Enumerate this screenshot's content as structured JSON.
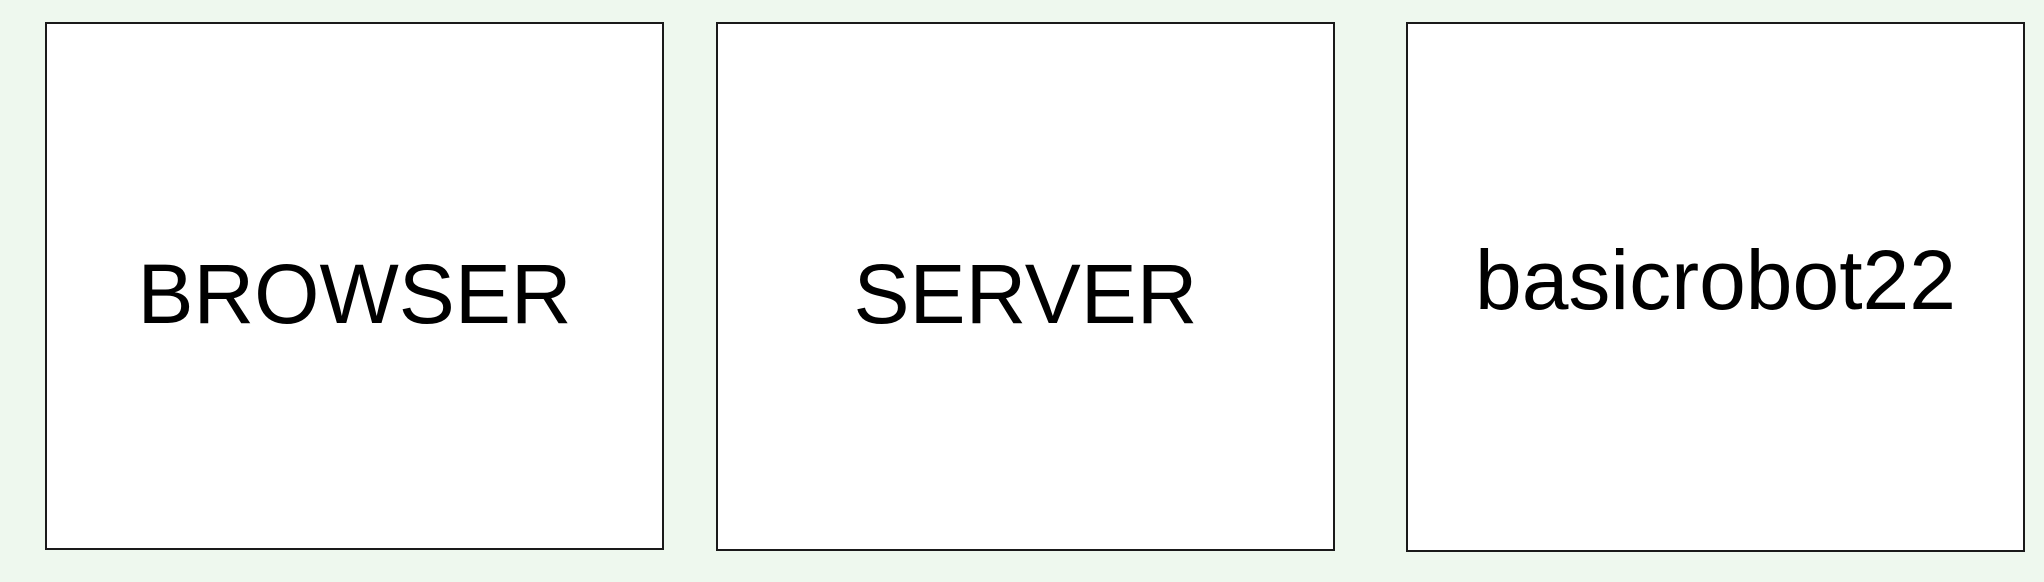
{
  "background_color": "#EEF8EE",
  "box_fill_color": "#FFFFFF",
  "box_border_color": "#1A1A1A",
  "boxes": [
    {
      "label": "BROWSER"
    },
    {
      "label": "SERVER"
    },
    {
      "label": "basicrobot22"
    }
  ]
}
